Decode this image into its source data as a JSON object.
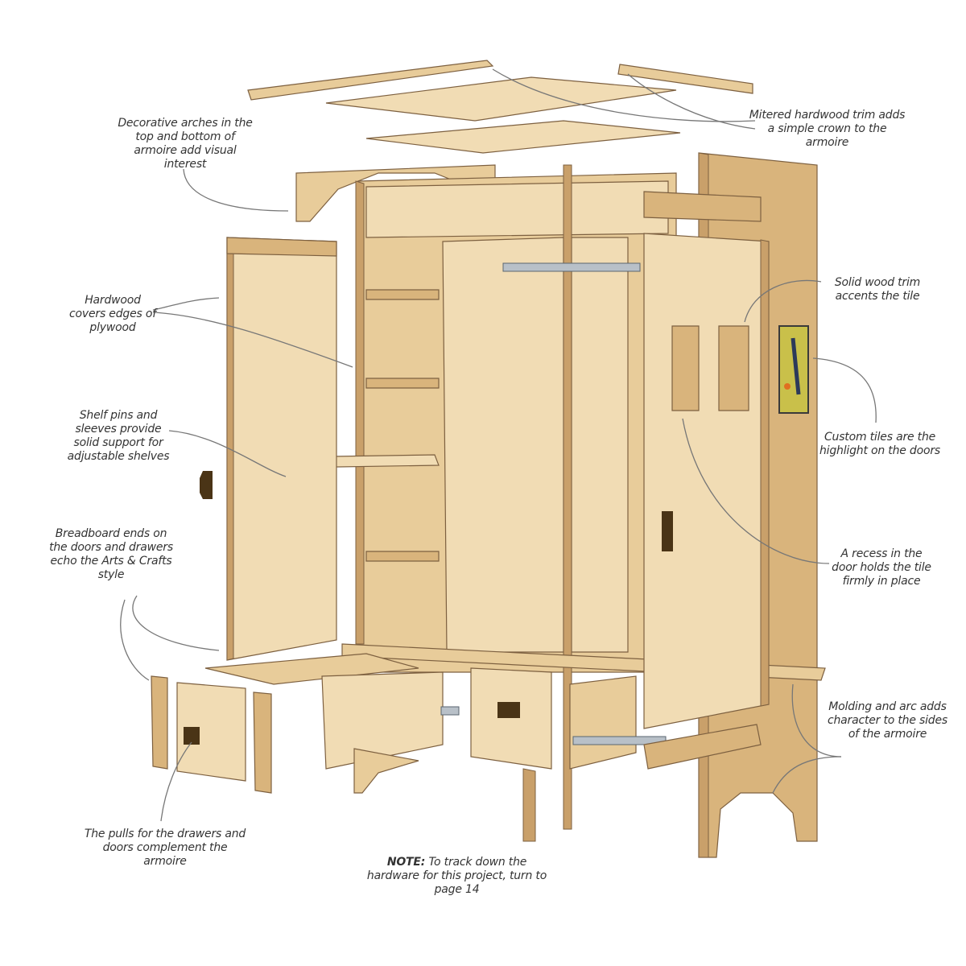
{
  "callouts": {
    "decorative_arches": "Decorative arches in the top and bottom of armoire add visual interest",
    "mitered_trim": "Mitered hardwood trim adds a simple crown to the armoire",
    "hardwood_edges": "Hardwood covers edges of plywood",
    "solid_wood_trim": "Solid wood trim accents the tile",
    "shelf_pins": "Shelf pins and sleeves provide solid support for adjustable shelves",
    "custom_tiles": "Custom tiles are the highlight on the doors",
    "breadboard_ends": "Breadboard ends on the doors and drawers echo the Arts & Crafts style",
    "recess": "A recess in the door holds the tile firmly in place",
    "molding_arc": "Molding and arc adds character to the sides of the armoire",
    "pulls": "The pulls for the drawers and doors complement the armoire"
  },
  "note": {
    "prefix": "NOTE:",
    "text": "To track down the hardware for this project, turn to page 14"
  },
  "colors": {
    "wood_light": "#f1dcb4",
    "wood_mid": "#e8cc9a",
    "wood_dark": "#d9b47c",
    "outline": "#7d6040",
    "tile": "#c9c04a"
  }
}
